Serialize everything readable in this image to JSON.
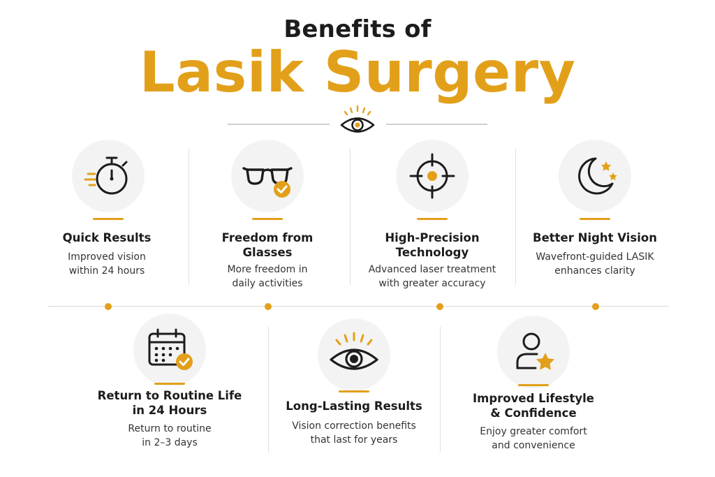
{
  "header": {
    "pre_title": "Benefits of",
    "main_title": "Lasik Surgery"
  },
  "colors": {
    "accent": "#E2A01A",
    "dark": "#1C1C1C",
    "circle_bg": "#F3F3F3"
  },
  "benefits": [
    {
      "title": "Quick Results",
      "description": "Improved vision\nwithin 24 hours",
      "icon": "stopwatch-icon"
    },
    {
      "title": "Freedom from\nGlasses",
      "description": "More freedom in\ndaily activities",
      "icon": "glasses-check-icon"
    },
    {
      "title": "High-Precision\nTechnology",
      "description": "Advanced laser treatment\nwith greater accuracy",
      "icon": "crosshair-target-icon"
    },
    {
      "title": "Better Night Vision",
      "description": "Wavefront-guided LASIK\nenhances clarity",
      "icon": "moon-stars-icon"
    },
    {
      "title": "Return to Routine Life\nin 24 Hours",
      "description": "Return to routine\nin 2–3 days",
      "icon": "calendar-check-icon"
    },
    {
      "title": "Long-Lasting Results",
      "description": "Vision correction benefits\nthat last for years",
      "icon": "radiant-eye-icon"
    },
    {
      "title": "Improved Lifestyle\n& Confidence",
      "description": "Enjoy greater comfort\nand convenience",
      "icon": "person-star-icon"
    }
  ]
}
